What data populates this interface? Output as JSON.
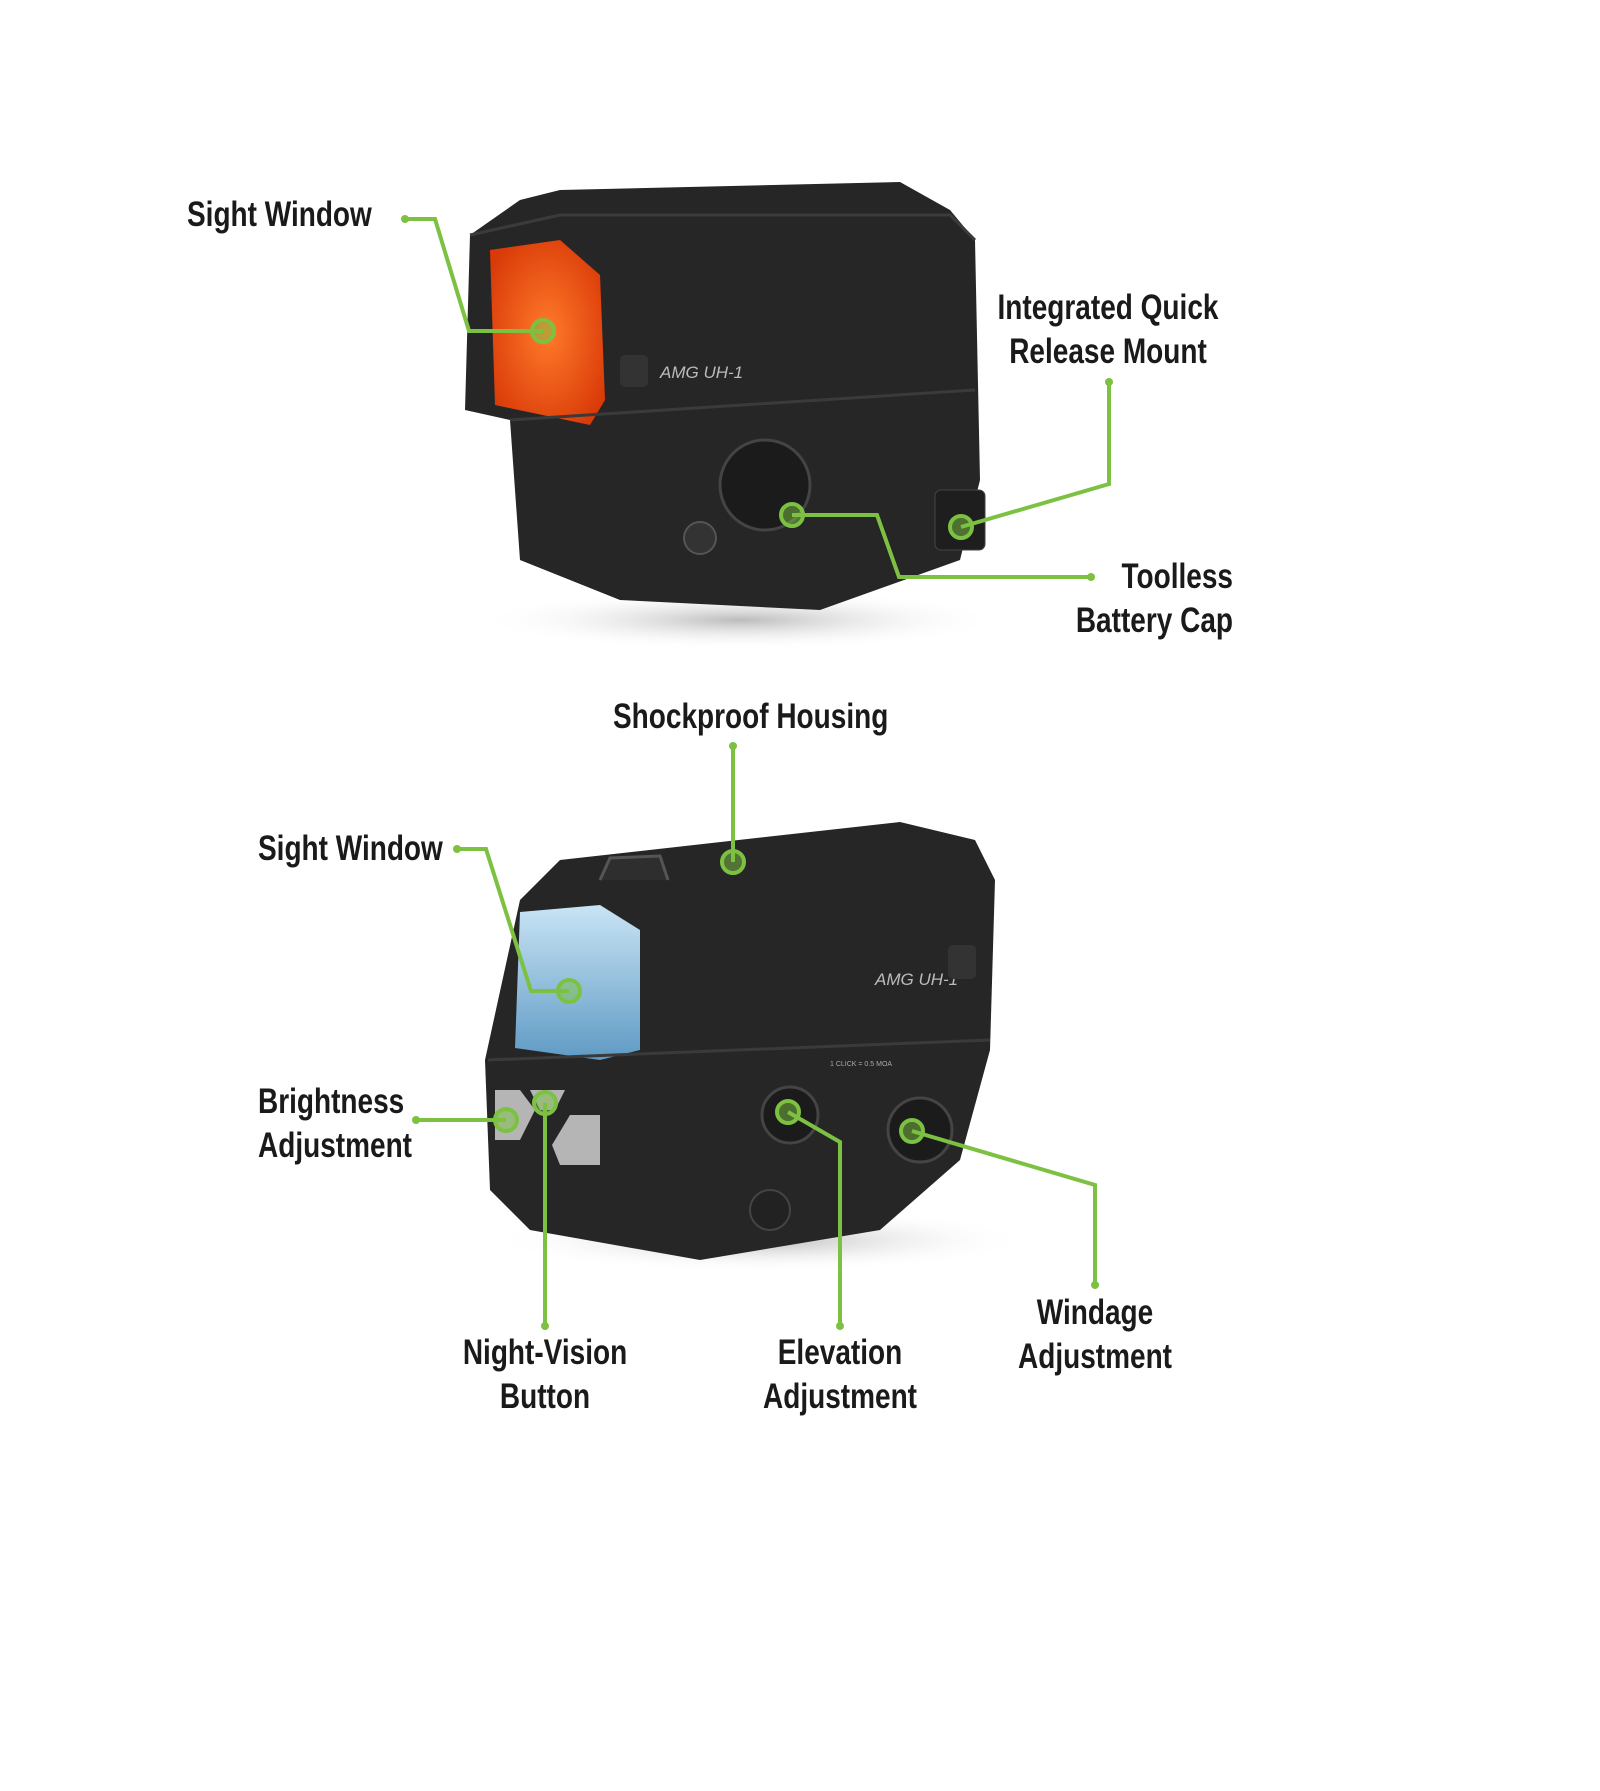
{
  "colors": {
    "callout": "#7dc142",
    "body": "#232323",
    "window_top": "#ff5a1a",
    "window_bottom": "#8fc3e6"
  },
  "top_view": {
    "model_text": "AMG UH-1",
    "callouts": {
      "sight_window": "Sight Window",
      "quick_release": [
        "Integrated Quick",
        "Release Mount"
      ],
      "battery_cap": [
        "Toolless",
        "Battery Cap"
      ]
    }
  },
  "bottom_view": {
    "model_text": "AMG UH-1",
    "click_text": "1 CLICK = 0.5 MOA",
    "callouts": {
      "shockproof": "Shockproof Housing",
      "sight_window": "Sight Window",
      "brightness": [
        "Brightness",
        "Adjustment"
      ],
      "night_vision": [
        "Night-Vision",
        "Button"
      ],
      "elevation": [
        "Elevation",
        "Adjustment"
      ],
      "windage": [
        "Windage",
        "Adjustment"
      ]
    }
  }
}
